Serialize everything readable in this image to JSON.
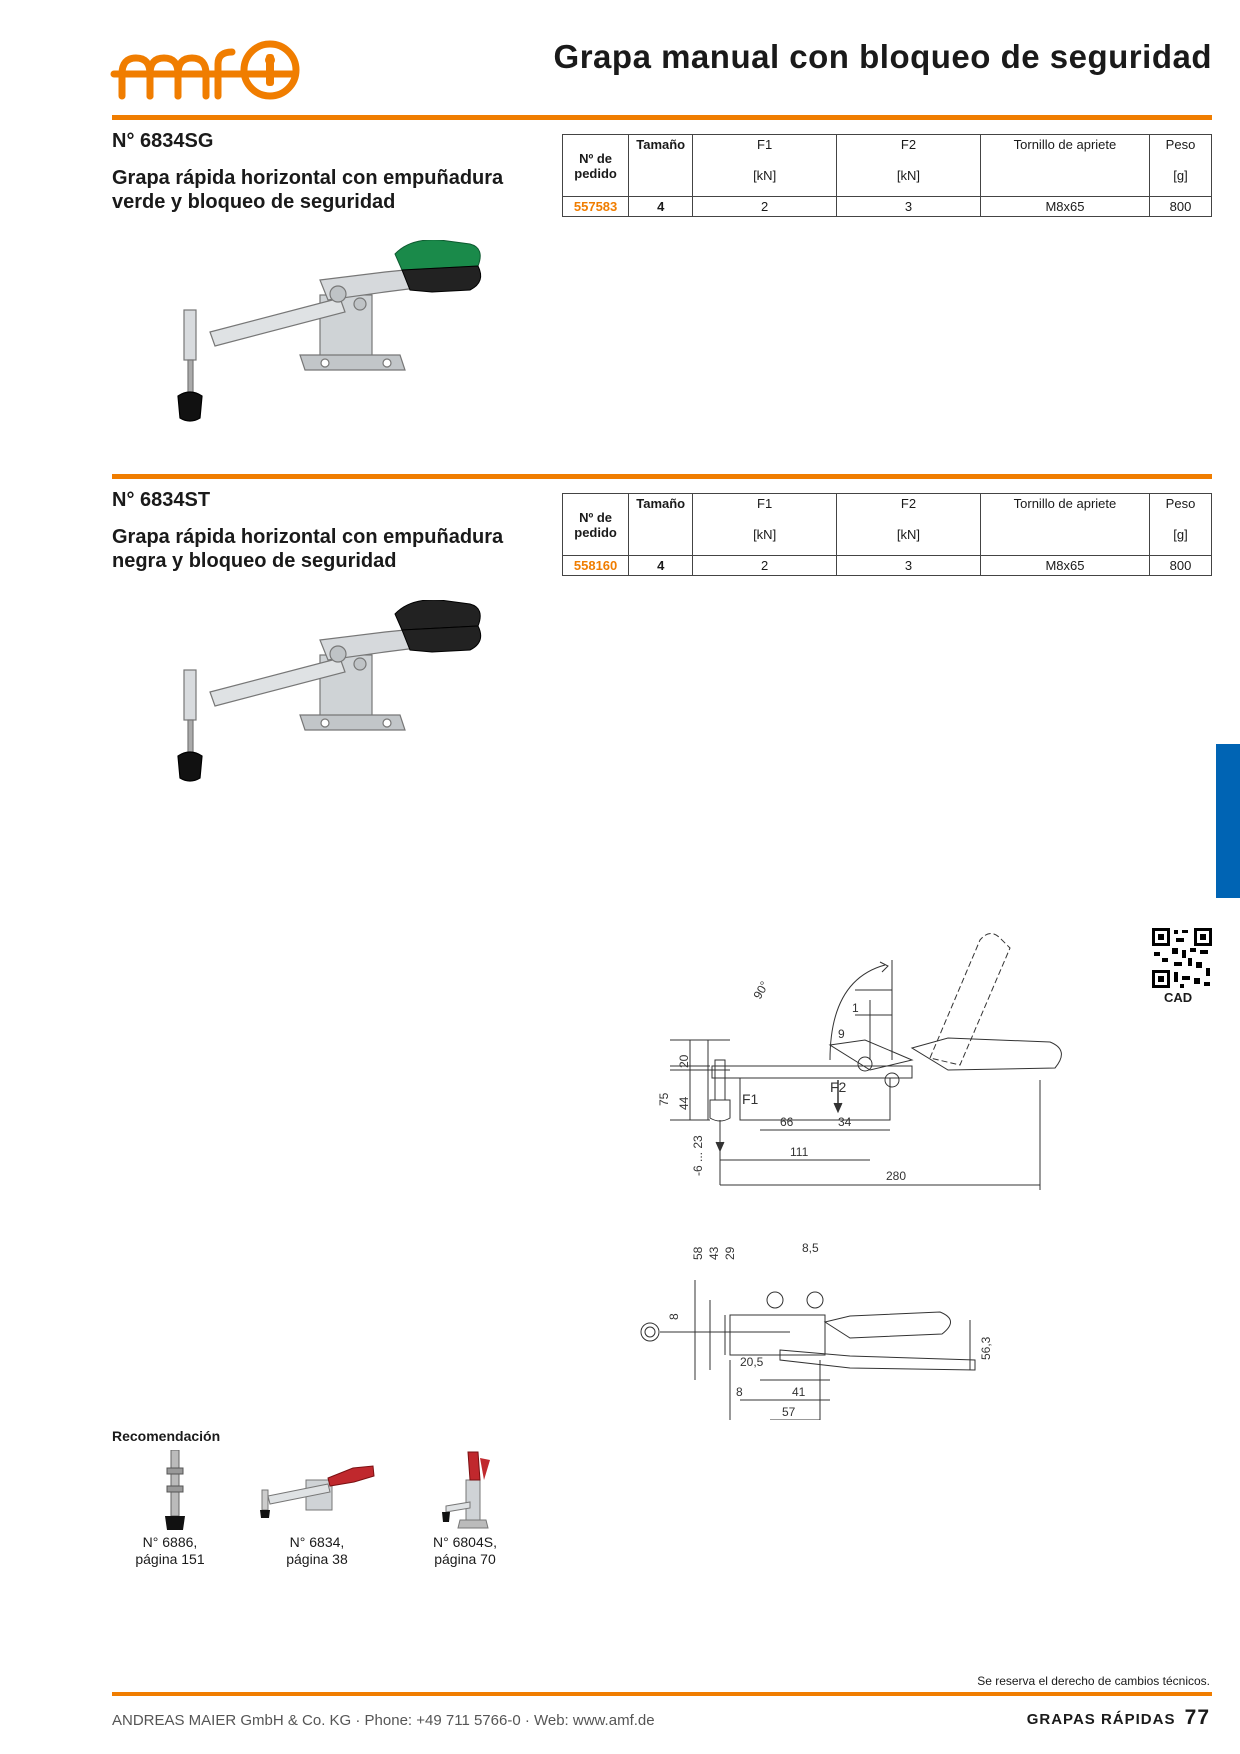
{
  "brand": {
    "logo_text": "amf"
  },
  "title": "Grapa manual con bloqueo de seguridad",
  "products": [
    {
      "number": "N° 6834SG",
      "description": "Grapa rápida horizontal con empuñadura verde y bloqueo de seguridad",
      "handle_color": "#1a8a4a",
      "table": {
        "headers": {
          "order": "Nº de pedido",
          "size": "Tamaño",
          "f1": "F1",
          "f1_unit": "[kN]",
          "f2": "F2",
          "f2_unit": "[kN]",
          "bolt": "Tornillo de apriete",
          "weight": "Peso",
          "weight_unit": "[g]"
        },
        "row": {
          "order": "557583",
          "size": "4",
          "f1": "2",
          "f2": "3",
          "bolt": "M8x65",
          "weight": "800"
        }
      }
    },
    {
      "number": "N° 6834ST",
      "description": "Grapa rápida horizontal con empuñadura negra y bloqueo de seguridad",
      "handle_color": "#222222",
      "table": {
        "headers": {
          "order": "Nº de pedido",
          "size": "Tamaño",
          "f1": "F1",
          "f1_unit": "[kN]",
          "f2": "F2",
          "f2_unit": "[kN]",
          "bolt": "Tornillo de apriete",
          "weight": "Peso",
          "weight_unit": "[g]"
        },
        "row": {
          "order": "558160",
          "size": "4",
          "f1": "2",
          "f2": "3",
          "bolt": "M8x65",
          "weight": "800"
        }
      }
    }
  ],
  "cad": {
    "label": "CAD"
  },
  "drawing": {
    "angle": "90°",
    "dims_top": [
      "1",
      "9",
      "20",
      "75",
      "44",
      "-6 ... 23",
      "66",
      "34",
      "111",
      "280"
    ],
    "forces": [
      "F1",
      "F2"
    ],
    "dims_bottom": [
      "58",
      "43",
      "29",
      "8,5",
      "8",
      "56,3",
      "20,5",
      "8",
      "41",
      "57"
    ]
  },
  "recommendation": {
    "title": "Recomendación",
    "items": [
      {
        "line1": "N° 6886,",
        "line2": "página 151"
      },
      {
        "line1": "N° 6834,",
        "line2": "página 38"
      },
      {
        "line1": "N° 6804S,",
        "line2": "página 70"
      }
    ]
  },
  "footer": {
    "rights": "Se reserva el derecho de cambios técnicos.",
    "company": "ANDREAS MAIER GmbH & Co. KG · Phone: +49 711 5766-0 · Web: www.amf.de",
    "section": "GRAPAS RÁPIDAS",
    "page": "77"
  },
  "colors": {
    "accent": "#f07d00",
    "tab": "#0064b4"
  }
}
